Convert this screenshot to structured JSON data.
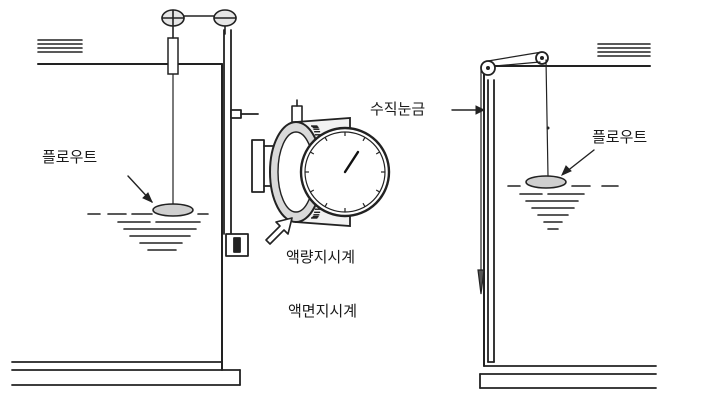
{
  "labels": {
    "float_left": "플로우트",
    "float_right": "플로우트",
    "vertical_scale": "수직눈금",
    "volume_indicator": "액량지시계",
    "level_indicator": "액면지시계"
  }
}
